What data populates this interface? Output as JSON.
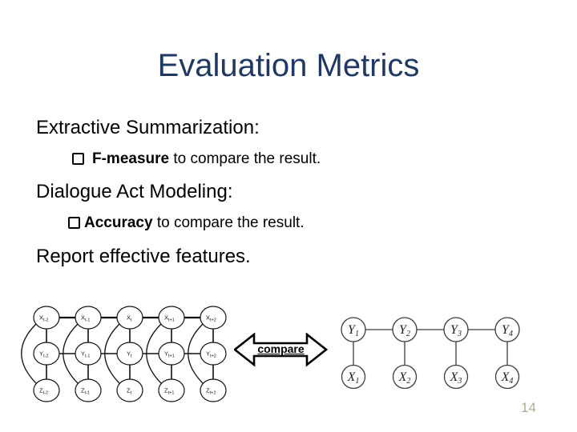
{
  "title": "Evaluation Metrics",
  "page_number": "14",
  "colors": {
    "title_navy": "#1F3864",
    "body_text": "#000000",
    "page_number_tan": "#B2AD95",
    "left_diagram_stroke": "#111111",
    "right_diagram_stroke": "#3d3d3d",
    "arrow_outline": "#000000"
  },
  "body": {
    "heading1": "Extractive Summarization:",
    "bullet1_bold": "F-measure",
    "bullet1_rest": " to compare the result.",
    "heading2": "Dialogue Act Modeling:",
    "bullet2_bold": "Accuracy",
    "bullet2_rest": " to compare the result.",
    "heading3": "Report effective features."
  },
  "compare_arrow": {
    "label": "compare"
  },
  "left_diagram": {
    "row_bases": [
      "X",
      "Y",
      "Z"
    ],
    "col_subscripts": [
      "t-2",
      "t-1",
      "t",
      "t+1",
      "t+2"
    ]
  },
  "right_diagram": {
    "top_base": "Y",
    "bottom_base": "X",
    "indices": [
      "1",
      "2",
      "3",
      "4"
    ]
  }
}
